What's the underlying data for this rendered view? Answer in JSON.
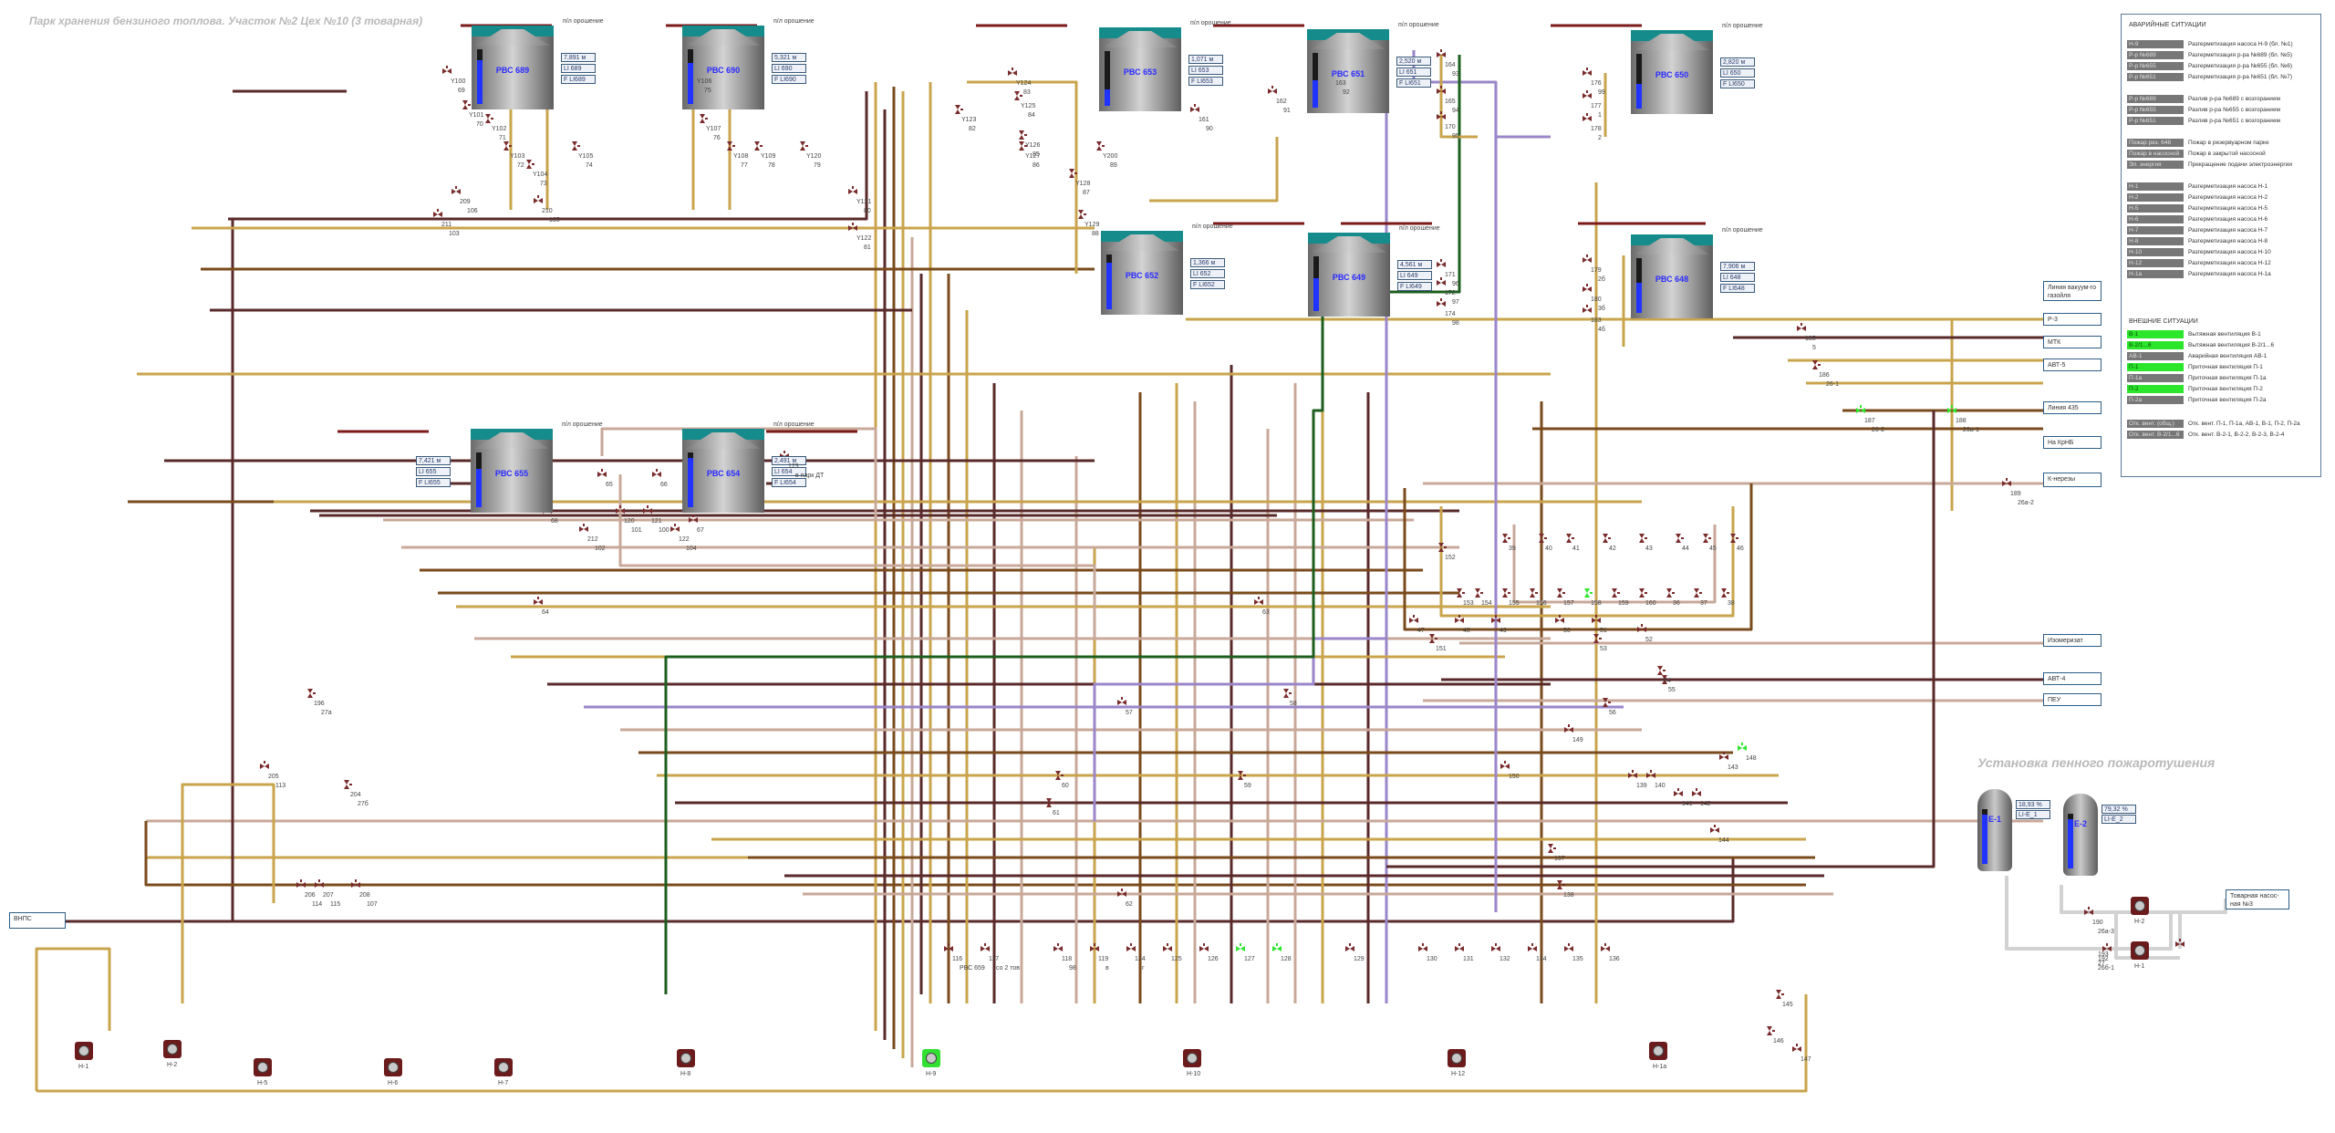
{
  "page_title": "Парк хранения бензиного топлова. Участок №2 Цех №10 (3 товарная)",
  "foam_title": "Установка пенного пожаротушения",
  "colors": {
    "gold": "#c9a44c",
    "brown": "#7a4b1c",
    "dark_brown": "#5a2a2a",
    "pink": "#c8a898",
    "violet": "#9a86c8",
    "green": "#1e5e1e",
    "light": "#d2d2d2",
    "tank_roof": "#158b8b",
    "level": "#2033ff",
    "alarm": "#2ce62c"
  },
  "irrigation_label": "п/л орошение",
  "tanks": [
    {
      "name": "РВС 689",
      "boxes": [
        "7,891 м",
        "LI 689",
        "F LI689"
      ],
      "level": 0.8
    },
    {
      "name": "РВС 690",
      "boxes": [
        "5,321 м",
        "LI 690",
        "F LI690"
      ],
      "level": 0.75
    },
    {
      "name": "РВС 653",
      "boxes": [
        "1,071 м",
        "LI 653",
        "F LI653"
      ],
      "level": 0.3
    },
    {
      "name": "РВС 651",
      "boxes": [
        "2,520 м",
        "LI 651",
        "F LI651"
      ],
      "level": 0.5
    },
    {
      "name": "РВС 650",
      "boxes": [
        "2,820 м",
        "LI 650",
        "F LI650"
      ],
      "level": 0.45
    },
    {
      "name": "РВС 652",
      "boxes": [
        "1,366 м",
        "LI 652",
        "F LI652"
      ],
      "level": 0.85
    },
    {
      "name": "РВС 649",
      "boxes": [
        "4,561 м",
        "LI 649",
        "F LI649"
      ],
      "level": 0.6
    },
    {
      "name": "РВС 648",
      "boxes": [
        "7,906 м",
        "LI 648",
        "F LI648"
      ],
      "level": 0.55
    },
    {
      "name": "РВС 655",
      "boxes": [
        "7,421 м",
        "LI 655",
        "F LI655"
      ],
      "level": 0.7
    },
    {
      "name": "РВС 654",
      "boxes": [
        "2,491 м",
        "LI 654",
        "F LI654"
      ],
      "level": 0.9
    }
  ],
  "alarm_panel": {
    "title": "АВАРИЙНЫЕ СИТУАЦИИ",
    "external_title": "ВНЕШНИЕ СИТУАЦИИ",
    "rows": [
      {
        "code": "Н-9",
        "text": "Разгерметизация насоса Н-9 (бл. №1)",
        "green": false
      },
      {
        "code": "Р-р №689",
        "text": "Разгерметизация р-ра №689 (бл. №5)",
        "green": false
      },
      {
        "code": "Р-р №655",
        "text": "Разгерметизация р-ра №655 (бл. №6)",
        "green": false
      },
      {
        "code": "Р-р №651",
        "text": "Разгерметизация р-ра №651 (бл. №7)",
        "green": false
      },
      {
        "code": "Р-р №689",
        "text": "Разлив р-ра №689 с возгоранием",
        "green": false
      },
      {
        "code": "Р-р №655",
        "text": "Разлив р-ра №655 с возгоранием",
        "green": false
      },
      {
        "code": "Р-р №651",
        "text": "Разлив р-ра №651 с возгоранием",
        "green": false
      },
      {
        "code": "Пожар рез. 648",
        "text": "Пожар в резервуарном парке",
        "green": false
      },
      {
        "code": "Пожар в насосной",
        "text": "Пожар в закрытой насосной",
        "green": false
      },
      {
        "code": "Эл. энергия",
        "text": "Прекращение подачи электроэнергии",
        "green": false
      },
      {
        "code": "Н-1",
        "text": "Разгерметизация насоса Н-1",
        "green": false
      },
      {
        "code": "Н-2",
        "text": "Разгерметизация насоса Н-2",
        "green": false
      },
      {
        "code": "Н-5",
        "text": "Разгерметизация насоса Н-5",
        "green": false
      },
      {
        "code": "Н-6",
        "text": "Разгерметизация насоса Н-6",
        "green": false
      },
      {
        "code": "Н-7",
        "text": "Разгерметизация насоса Н-7",
        "green": false
      },
      {
        "code": "Н-8",
        "text": "Разгерметизация насоса Н-8",
        "green": false
      },
      {
        "code": "Н-10",
        "text": "Разгерметизация насоса Н-10",
        "green": false
      },
      {
        "code": "Н-12",
        "text": "Разгерметизация насоса Н-12",
        "green": false
      },
      {
        "code": "Н-1а",
        "text": "Разгерметизация насоса Н-1а",
        "green": false
      },
      {
        "code": "В-1",
        "text": "Вытяжная вентиляция В-1",
        "green": true
      },
      {
        "code": "В-2/1...6",
        "text": "Вытяжная вентиляция В-2/1...6",
        "green": true
      },
      {
        "code": "АВ-1",
        "text": "Аварийная вентиляция АВ-1",
        "green": false
      },
      {
        "code": "П-1",
        "text": "Приточная вентиляция П-1",
        "green": true
      },
      {
        "code": "П-1а",
        "text": "Приточная вентиляция П-1а",
        "green": false
      },
      {
        "code": "П-2",
        "text": "Приточная вентиляция П-2",
        "green": true
      },
      {
        "code": "П-2а",
        "text": "Приточная вентиляция П-2а",
        "green": false
      },
      {
        "code": "Отк. вент. (общ.)",
        "text": "Отк. вент. П-1, П-1а, АВ-1, В-1, П-2, П-2а",
        "green": false
      },
      {
        "code": "Отк. вент. В-2/1...6",
        "text": "Отк. вент. В-2-1, В-2-2, В-2-3, В-2-4",
        "green": false
      }
    ]
  },
  "external_lines": [
    "Линия вакуум-го газойля",
    "Р-3",
    "МТК",
    "АВТ-5",
    "Линия 435",
    "На КрНБ",
    "К-нерезы",
    "Изомеризат",
    "АВТ-4",
    "ПЕУ",
    "ВНПС",
    "Товарная насос-ная №3"
  ],
  "pumps": [
    "Н-1",
    "Н-2",
    "Н-5",
    "Н-6",
    "Н-7",
    "Н-8",
    "Н-9",
    "Н-10",
    "Н-12",
    "Н-1а",
    "Н-2",
    "Н-1"
  ],
  "foam": {
    "tanks": [
      {
        "name": "Е-1",
        "box": [
          "18,93 %",
          "LI-E_1"
        ]
      },
      {
        "name": "Е-2",
        "box": [
          "79,32 %",
          "LI-E_2"
        ]
      }
    ]
  },
  "valve_labels": [
    "Y100",
    "Y101",
    "Y102",
    "Y103",
    "Y104",
    "Y105",
    "Y106",
    "Y107",
    "Y108",
    "Y109",
    "Y120",
    "Y121",
    "Y122",
    "Y123",
    "Y124",
    "Y125",
    "Y126",
    "Y127",
    "Y128",
    "Y129",
    "Y200",
    "161",
    "162",
    "163",
    "164",
    "165",
    "170",
    "171",
    "172",
    "174",
    "176",
    "177",
    "178",
    "179",
    "180",
    "183",
    "185",
    "186",
    "187",
    "188",
    "189",
    "190",
    "192",
    "193",
    "196",
    "204",
    "205",
    "206",
    "207",
    "208",
    "209",
    "210",
    "211",
    "212",
    "120",
    "121",
    "122",
    "123",
    "116",
    "117",
    "118",
    "119",
    "124",
    "125",
    "126",
    "127",
    "128",
    "129",
    "130",
    "131",
    "132",
    "134",
    "135",
    "136",
    "137",
    "138",
    "139",
    "140",
    "141",
    "142",
    "143",
    "144",
    "145",
    "146",
    "147",
    "148",
    "149",
    "150",
    "151",
    "152",
    "153",
    "154",
    "155",
    "156",
    "157",
    "158",
    "159",
    "160",
    "36",
    "37",
    "38",
    "39",
    "40",
    "41",
    "42",
    "43",
    "44",
    "45",
    "46",
    "47",
    "48",
    "49",
    "50",
    "51",
    "52",
    "53",
    "54",
    "55",
    "56",
    "57",
    "58",
    "59",
    "60",
    "61",
    "62",
    "63",
    "64",
    "65",
    "66",
    "67",
    "68",
    "69",
    "70",
    "71",
    "72",
    "73",
    "74",
    "75",
    "76",
    "77",
    "78",
    "79",
    "80",
    "81",
    "82",
    "83",
    "84",
    "85",
    "86",
    "87",
    "88",
    "89",
    "90",
    "91",
    "92",
    "93",
    "94",
    "95",
    "96",
    "97",
    "98",
    "99",
    "1",
    "2",
    "2б",
    "3б",
    "4б",
    "5",
    "26-1",
    "26-2",
    "26а-1",
    "26а-2",
    "26а-3",
    "26б-1",
    "27",
    "27а",
    "27б",
    "113",
    "114",
    "115",
    "107",
    "106",
    "105",
    "103",
    "102",
    "101",
    "100",
    "104",
    "в парк ДТ",
    "РВС 659",
    "со 2 тов",
    "98",
    "в",
    "г"
  ]
}
